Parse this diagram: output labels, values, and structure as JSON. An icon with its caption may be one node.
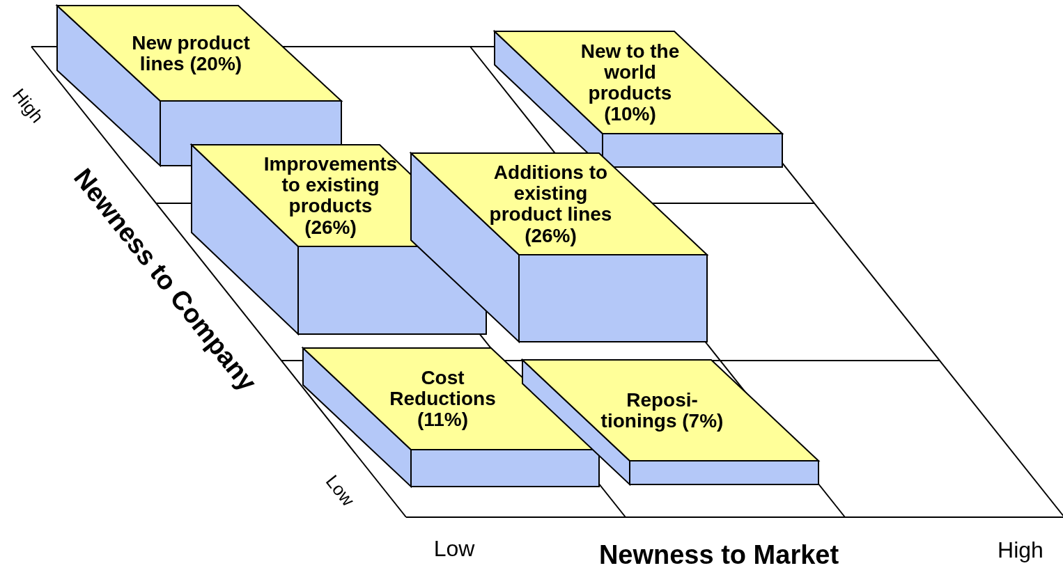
{
  "diagram": {
    "nodes": [
      {
        "text": [
          "New product lines (20%)"
        ]
      },
      {
        "text": [
          "New to the world products (10%)"
        ]
      },
      {
        "text": [
          "Improvements to existing products (26%)"
        ]
      },
      {
        "text": [
          "Additions to existing product lines (26%)"
        ]
      },
      {
        "text": [
          "Cost Reductions (11%)"
        ]
      },
      {
        "text": [
          "Reposi- tionings (7%)"
        ]
      }
    ],
    "edges": [],
    "labels": [
      "High",
      "Newness to Company",
      "Low",
      "Low",
      "Newness to Market",
      "High"
    ]
  }
}
